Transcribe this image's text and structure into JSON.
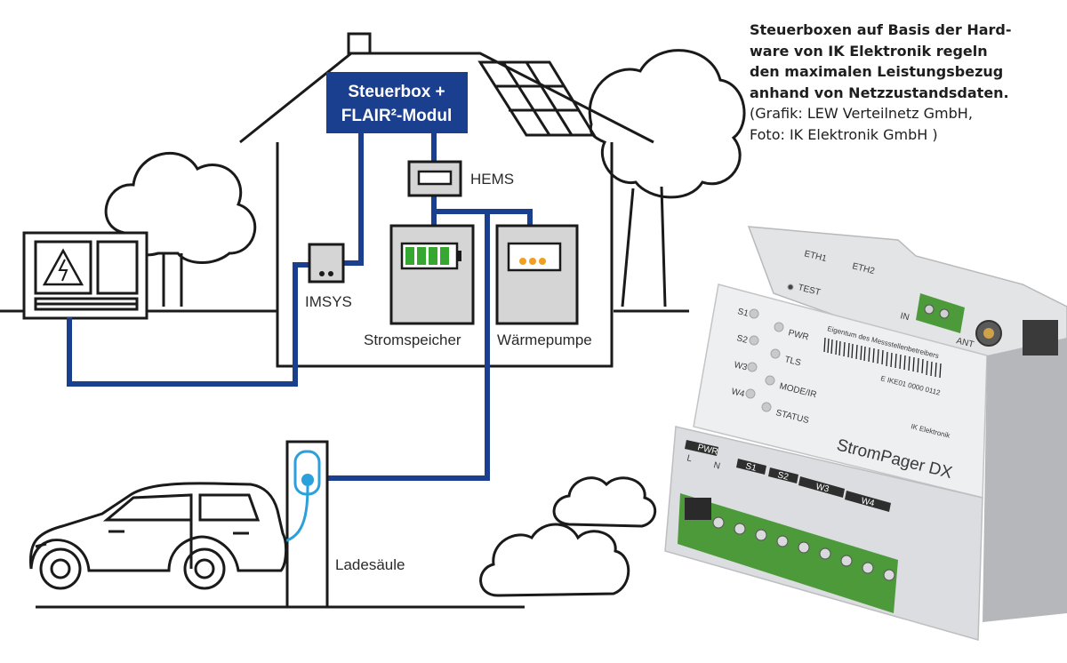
{
  "caption": {
    "bold_lines": [
      "Steuerboxen auf Basis der Hard-",
      "ware von IK Elektronik regeln",
      "den maximalen Leistungsbezug",
      "anhand von Netzzustandsdaten."
    ],
    "credit_lines": [
      "(Grafik: LEW Verteilnetz GmbH,",
      "Foto: IK Elektronik GmbH )"
    ]
  },
  "diagram": {
    "steuerbox_line1": "Steuerbox +",
    "steuerbox_line2": "FLAIR²-Modul",
    "hems": "HEMS",
    "imsys": "IMSYS",
    "stromspeicher": "Stromspeicher",
    "waermepumpe": "Wärmepumpe",
    "ladesaeule": "Ladesäule"
  },
  "device": {
    "ports_top": [
      "ETH1",
      "ETH2"
    ],
    "test": "TEST",
    "in": "IN",
    "ant": "ANT",
    "leds_left": [
      "S1",
      "S2",
      "W3",
      "W4"
    ],
    "leds_right": [
      "PWR",
      "TLS",
      "MODE/IR",
      "STATUS"
    ],
    "ownership": "Eigentum des Messstellenbetreibers",
    "serial": "E IKE01 0000 0112",
    "maker": "IK Elektronik",
    "model": "StromPager DX",
    "terminals": [
      "PWR",
      "S1",
      "S2",
      "W3",
      "W4"
    ],
    "pwr_sub": [
      "L",
      "N"
    ]
  },
  "colors": {
    "wire": "#1b3f8f",
    "steuerbox_fill": "#1b3f8f",
    "battery_green": "#36a832",
    "heatpump_dots": "#f0a020",
    "charge_cable": "#2aa0dc",
    "terminal_green": "#4d9a3a"
  }
}
